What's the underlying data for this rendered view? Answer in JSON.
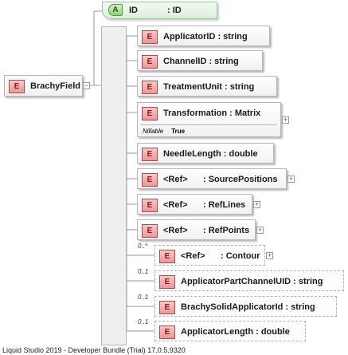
{
  "root": {
    "badge": "E",
    "name": "BrachyField"
  },
  "attribute": {
    "badge": "A",
    "name": "ID",
    "type": ": ID"
  },
  "elements": [
    {
      "name": "ApplicatorID : string"
    },
    {
      "name": "ChannelID : string"
    },
    {
      "name": "TreatmentUnit : string"
    },
    {
      "name": "Transformation : Matrix",
      "nillable_label": "Nillable",
      "nillable_value": "True",
      "expandable": true
    },
    {
      "name": "NeedleLength : double"
    },
    {
      "ref": "<Ref>",
      "name": ": SourcePositions",
      "expandable": true
    },
    {
      "ref": "<Ref>",
      "name": ": RefLines",
      "expandable": true
    },
    {
      "ref": "<Ref>",
      "name": ": RefPoints",
      "expandable": true
    },
    {
      "ref": "<Ref>",
      "name": ": Contour",
      "expandable": true,
      "cardinality": "0..*",
      "optional": true
    },
    {
      "name": "ApplicatorPartChannelUID : string",
      "cardinality": "0..1",
      "optional": true
    },
    {
      "name": "BrachySolidApplicatorId : string",
      "cardinality": "0..1",
      "optional": true
    },
    {
      "name": "ApplicatorLength : double",
      "cardinality": "0..1",
      "optional": true
    }
  ],
  "element_badge": "E",
  "footer": "Liquid Studio 2019 - Developer Bundle (Trial) 17.0.5.9320"
}
